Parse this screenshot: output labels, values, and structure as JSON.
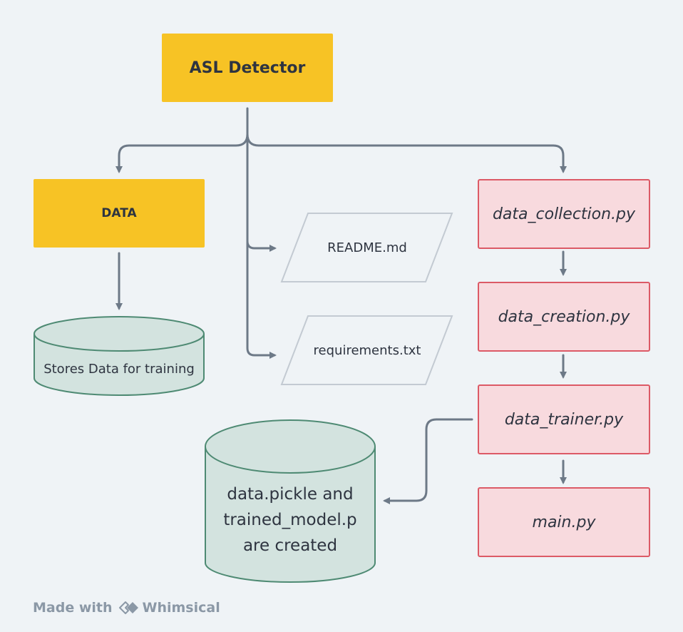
{
  "nodes": {
    "root": "ASL Detector",
    "data": "DATA",
    "readme": "README.md",
    "requirements": "requirements.txt",
    "data_collection": "data_collection.py",
    "data_creation": "data_creation.py",
    "data_trainer": "data_trainer.py",
    "main": "main.py",
    "store_training": "Stores Data for training",
    "pickle_line1": "data.pickle and",
    "pickle_line2": "trained_model.p",
    "pickle_line3": "are created"
  },
  "footer": {
    "made_with": "Made with",
    "brand": "Whimsical"
  },
  "colors": {
    "yellow": "#f7c325",
    "pink_fill": "#f8dade",
    "pink_border": "#dc5a66",
    "teal_fill": "#d3e3df",
    "teal_border": "#4e8a73",
    "connector": "#6d7987"
  }
}
